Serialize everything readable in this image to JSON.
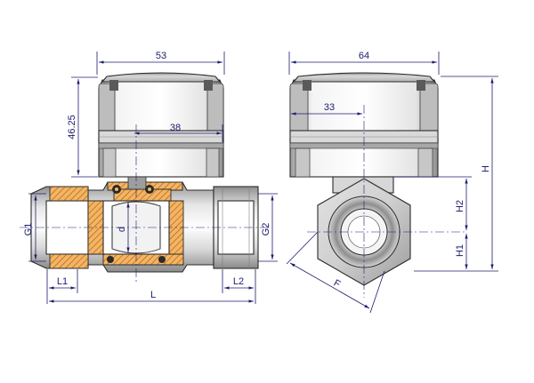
{
  "dimensions": {
    "d53": "53",
    "d4625": "46.25",
    "d38": "38",
    "d64": "64",
    "d33": "33",
    "G1": "G1",
    "G2": "G2",
    "d": "d",
    "L1": "L1",
    "L": "L",
    "L2": "L2",
    "H": "H",
    "H2": "H2",
    "H1": "H1",
    "F": "F"
  },
  "colors": {
    "dimension": "#1c1c6e",
    "actuator_light": "#f2f2f2",
    "actuator_mid": "#c9c9c9",
    "actuator_dark": "#7a7a7a",
    "body_light": "#ededed",
    "body_dark": "#9a9a9a",
    "hatch": "#e08a2a"
  }
}
